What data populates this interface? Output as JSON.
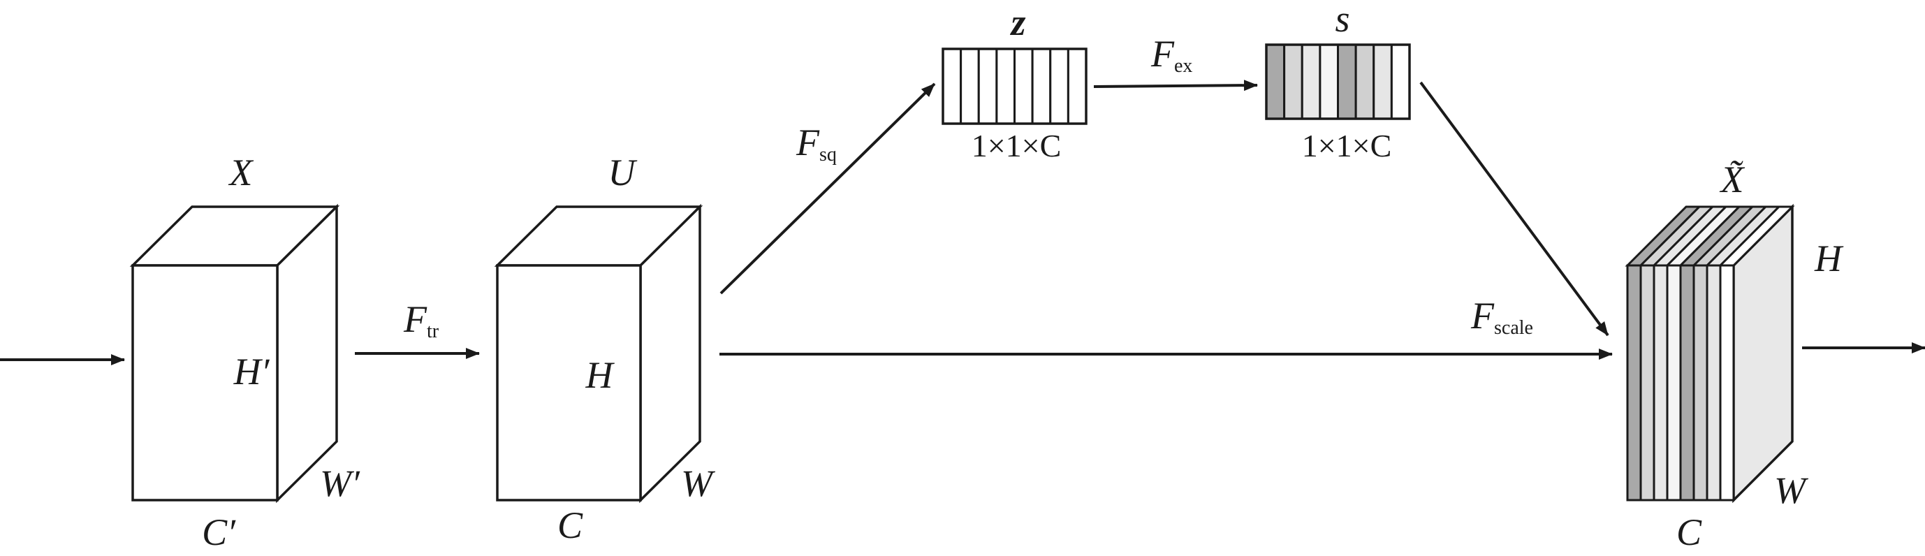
{
  "diagram": {
    "input_tensor": {
      "top_label": "X",
      "height_label": "H′",
      "width_label": "W′",
      "channel_label": "C′"
    },
    "transform": {
      "symbol": "F",
      "subscript": "tr"
    },
    "feature_tensor": {
      "top_label": "U",
      "height_label": "H",
      "width_label": "W",
      "channel_label": "C"
    },
    "squeeze": {
      "symbol": "F",
      "subscript": "sq"
    },
    "z_vector": {
      "label": "z",
      "dims": "1×1×C",
      "channel_colors": [
        "#ffffff",
        "#ffffff",
        "#ffffff",
        "#ffffff",
        "#ffffff",
        "#ffffff",
        "#ffffff",
        "#ffffff"
      ]
    },
    "excitation": {
      "symbol": "F",
      "subscript": "ex"
    },
    "s_vector": {
      "label": "s",
      "dims": "1×1×C",
      "channel_colors": [
        "#a9a9a9",
        "#d6d6d6",
        "#e8e8e8",
        "#f5f5f5",
        "#a9a9a9",
        "#d0d0d0",
        "#e6e6e6",
        "#ffffff"
      ]
    },
    "scale": {
      "symbol": "F",
      "subscript": "scale"
    },
    "output_tensor": {
      "top_label": "X̃",
      "height_label": "H",
      "width_label": "W",
      "channel_label": "C",
      "channel_colors": [
        "#a9a9a9",
        "#d6d6d6",
        "#e8e8e8",
        "#f5f5f5",
        "#a9a9a9",
        "#d0d0d0",
        "#e6e6e6",
        "#ffffff"
      ]
    }
  }
}
